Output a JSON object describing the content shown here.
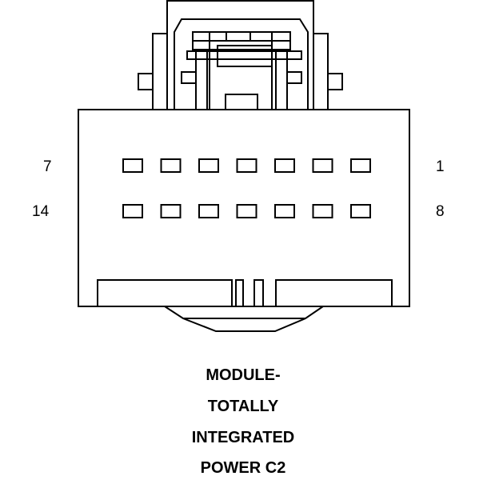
{
  "connector": {
    "rows": [
      {
        "left_label": "7",
        "right_label": "1"
      },
      {
        "left_label": "14",
        "right_label": "8"
      }
    ],
    "pins_per_row": 7,
    "line_color": "#000000",
    "fill_color": "#ffffff"
  },
  "caption": {
    "line1": "MODULE-",
    "line2": "TOTALLY",
    "line3": "INTEGRATED",
    "line4": "POWER C2"
  }
}
